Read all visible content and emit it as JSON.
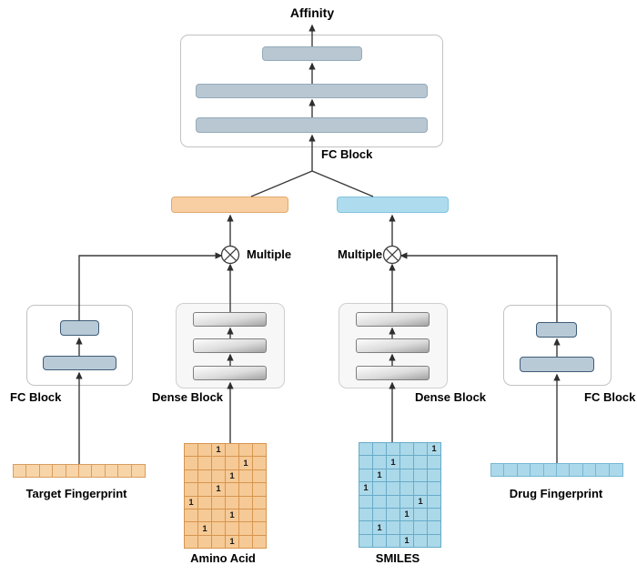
{
  "labels": {
    "affinity": "Affinity",
    "top_fc_block": "FC Block",
    "left_multiply": "Multiple",
    "right_multiply": "Multiple",
    "left_fc_block": "FC Block",
    "right_fc_block": "FC Block",
    "left_dense_block": "Dense Block",
    "right_dense_block": "Dense Block"
  },
  "inputs": {
    "target_fingerprint": {
      "label": "Target Fingerprint",
      "cells": 10
    },
    "amino_acid": {
      "label": "Amino Acid",
      "rows": 8,
      "cols": 6,
      "one_value": "1",
      "ones": [
        [
          0,
          2
        ],
        [
          1,
          4
        ],
        [
          2,
          3
        ],
        [
          3,
          2
        ],
        [
          4,
          0
        ],
        [
          5,
          3
        ],
        [
          6,
          1
        ],
        [
          7,
          3
        ]
      ]
    },
    "smiles": {
      "label": "SMILES",
      "rows": 8,
      "cols": 6,
      "one_value": "1",
      "ones": [
        [
          0,
          5
        ],
        [
          1,
          2
        ],
        [
          2,
          1
        ],
        [
          3,
          0
        ],
        [
          4,
          4
        ],
        [
          5,
          3
        ],
        [
          6,
          1
        ],
        [
          7,
          3
        ]
      ]
    },
    "drug_fingerprint": {
      "label": "Drug Fingerprint",
      "cells": 10
    }
  },
  "colors": {
    "protein_fill": "#f8cfa2",
    "protein_border": "#e2a96f",
    "drug_fill": "#aedcee",
    "drug_border": "#83c3dc",
    "fc_bar_fill": "#b9c7d2",
    "fc_side_border": "#3e5c78",
    "line": "#3b3b3b"
  }
}
